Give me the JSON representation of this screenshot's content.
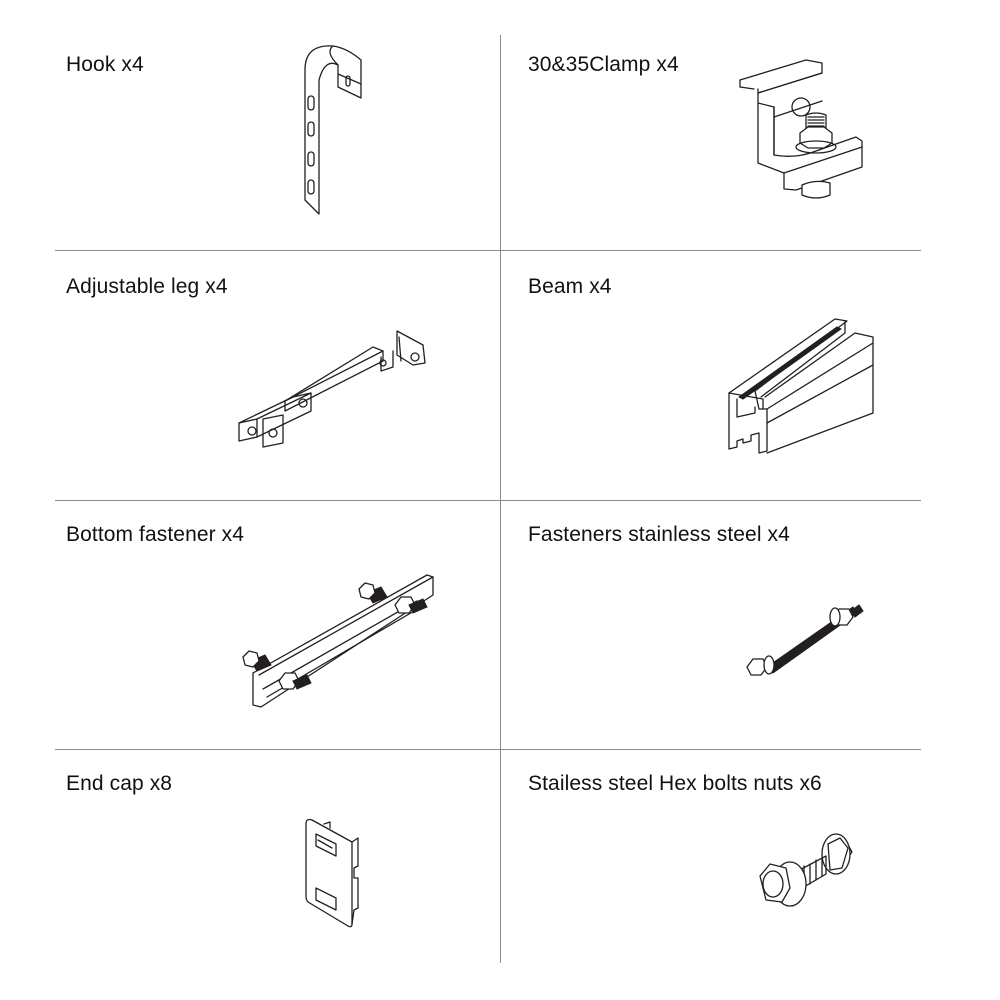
{
  "parts": [
    {
      "label": "Hook x4",
      "icon": "hook-icon"
    },
    {
      "label": "30&35Clamp x4",
      "icon": "clamp-icon"
    },
    {
      "label": "Adjustable leg x4",
      "icon": "adjustable-leg-icon"
    },
    {
      "label": "Beam x4",
      "icon": "beam-icon"
    },
    {
      "label": "Bottom fastener x4",
      "icon": "bottom-fastener-icon"
    },
    {
      "label": "Fasteners stainless steel x4",
      "icon": "threaded-rod-fastener-icon"
    },
    {
      "label": "End cap x8",
      "icon": "end-cap-icon"
    },
    {
      "label": "Stailess steel Hex bolts nuts x6",
      "icon": "hex-bolt-nut-icon"
    }
  ]
}
